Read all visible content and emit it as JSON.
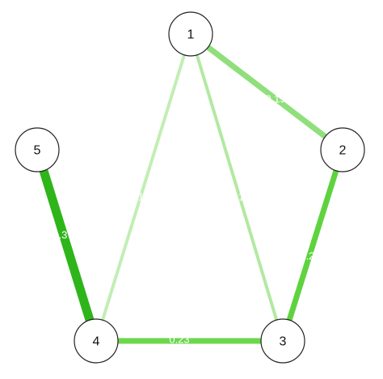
{
  "nodes": [
    {
      "id": "1",
      "label": "1"
    },
    {
      "id": "2",
      "label": "2"
    },
    {
      "id": "3",
      "label": "3"
    },
    {
      "id": "4",
      "label": "4"
    },
    {
      "id": "5",
      "label": "5"
    }
  ],
  "edges": [
    {
      "from": "1",
      "to": "2",
      "label": "0.19",
      "color": "#8fdf7a"
    },
    {
      "from": "1",
      "to": "4",
      "label": "0.11",
      "color": "#c2eeb4"
    },
    {
      "from": "1",
      "to": "3",
      "label": "0.13",
      "color": "#b3e9a2"
    },
    {
      "from": "2",
      "to": "3",
      "label": "0.25",
      "color": "#5fd33f"
    },
    {
      "from": "4",
      "to": "3",
      "label": "0.23",
      "color": "#6bd74c"
    },
    {
      "from": "5",
      "to": "4",
      "label": "0.37",
      "color": "#2eb51a"
    }
  ],
  "colors": {
    "node_fill": "#ffffff",
    "node_stroke": "#222222",
    "edge_label_text": "#ffffff"
  }
}
